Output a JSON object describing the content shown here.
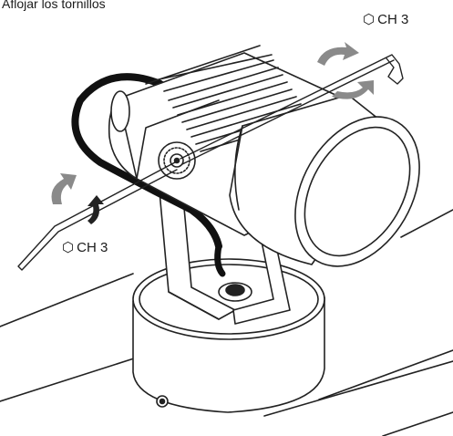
{
  "caption": "Aflojar los tornillos",
  "labels": {
    "wrench_top": {
      "symbol": "⬡",
      "text": "CH 3"
    },
    "wrench_left": {
      "symbol": "⬡",
      "text": "CH 3"
    }
  },
  "colors": {
    "line": "#222222",
    "cable": "#111111",
    "arrow": "#8a8a8a"
  }
}
